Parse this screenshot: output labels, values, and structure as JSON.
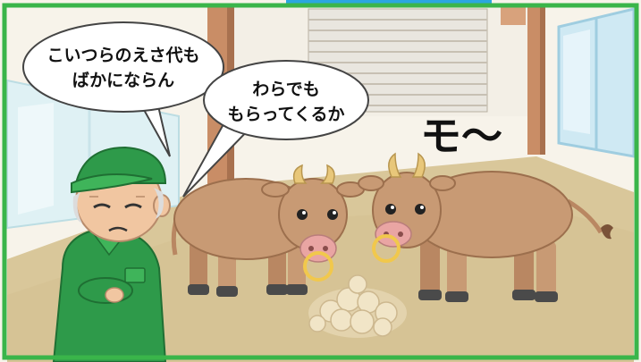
{
  "speech": {
    "farmer_line1": "こいつらのえさ代も",
    "farmer_line2": "ばかにならん",
    "second_line1": "わらでも",
    "second_line2": "もらってくるか"
  },
  "sound_effect": "モ～",
  "colors": {
    "frame": "#3ab54a",
    "floor": "#d9c79a",
    "wall": "#f7f3ea",
    "beam": "#c98d66",
    "cow": "#c89a74",
    "horn": "#e8c77a",
    "nose_ring": "#f1c84c",
    "farmer_outfit": "#2e9a4a",
    "straw": "#f1e5c7"
  },
  "icons": {
    "farmer": "farmer-figure",
    "cow_left": "cow-figure",
    "cow_right": "cow-figure",
    "straw_pile": "straw-pile-icon",
    "shutter": "shutter-door-icon"
  }
}
